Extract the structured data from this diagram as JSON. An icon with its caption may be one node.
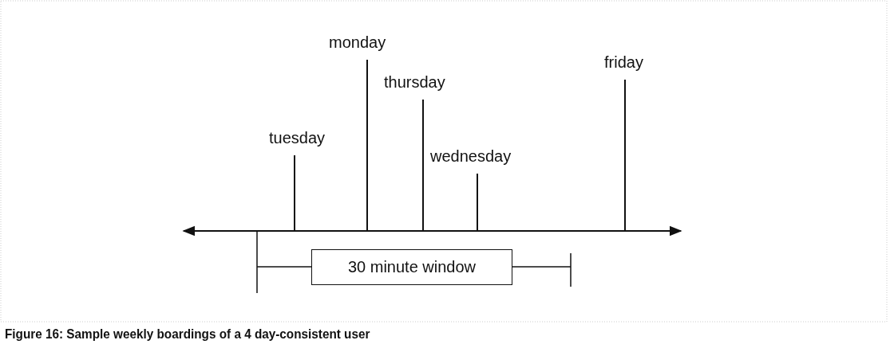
{
  "diagram": {
    "caption": "Figure 16:  Sample weekly boardings of a 4 day-consistent user",
    "nodes": [
      {
        "text": [
          "30 minute window"
        ]
      }
    ],
    "labels": [
      "monday",
      "friday",
      "thursday",
      "tuesday",
      "wednesday"
    ]
  }
}
